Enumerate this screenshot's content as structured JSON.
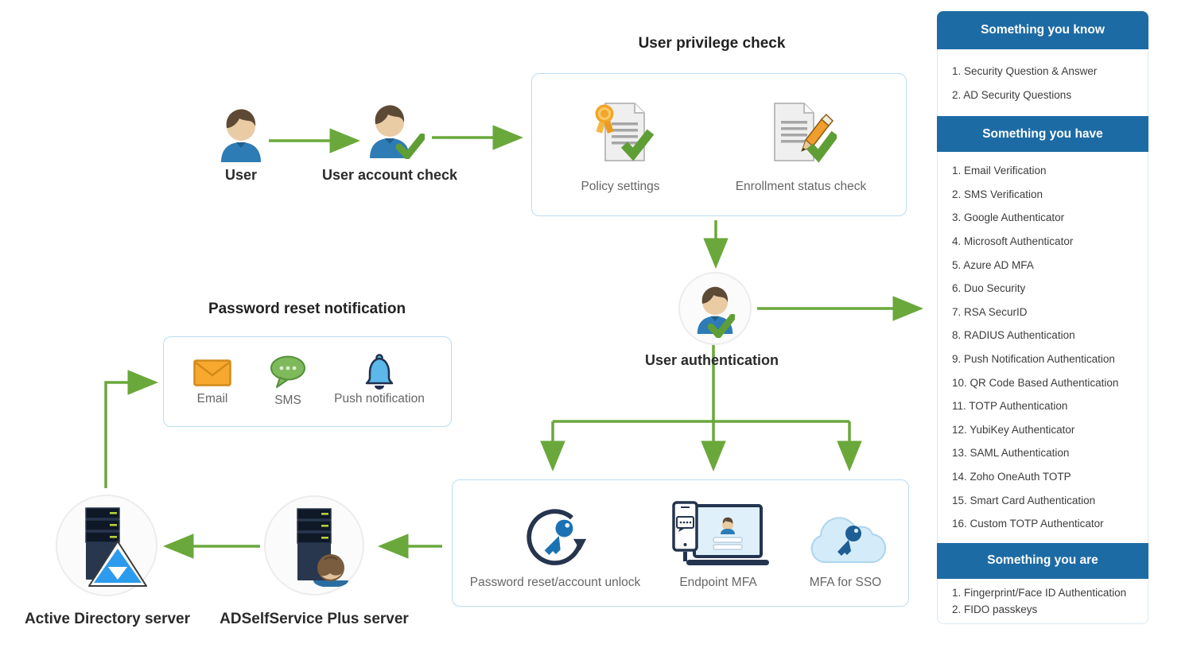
{
  "theme": {
    "arrow_green": "#6aa83b",
    "check_green": "#5f9e35",
    "header_blue": "#1d6ba5",
    "box_border_blue": "#b9dcf2",
    "envelope_orange": "#f7a92f",
    "sms_green": "#7eba5c",
    "bell_blue": "#5bb8e8",
    "navy": "#24344f",
    "key_blue": "#1b72b3"
  },
  "flow": {
    "user": {
      "label": "User"
    },
    "account_check": {
      "label": "User account check"
    },
    "privilege": {
      "title": "User privilege check",
      "policy_label": "Policy settings",
      "enrollment_label": "Enrollment status check"
    },
    "auth": {
      "label": "User authentication"
    },
    "notification": {
      "title": "Password reset notification",
      "items": [
        "Email",
        "SMS",
        "Push notification"
      ]
    },
    "services": {
      "items": [
        "Password reset/account unlock",
        "Endpoint MFA",
        "MFA for SSO"
      ]
    },
    "servers": {
      "ad_label": "Active Directory server",
      "adssp_label": "ADSelfService Plus server"
    }
  },
  "panel": {
    "sections": [
      {
        "title": "Something you know",
        "items": [
          "1. Security Question & Answer",
          "2. AD Security Questions"
        ]
      },
      {
        "title": "Something you have",
        "items": [
          "1. Email Verification",
          "2. SMS Verification",
          "3. Google Authenticator",
          "4. Microsoft Authenticator",
          "5. Azure AD MFA",
          "6. Duo Security",
          "7. RSA SecurID",
          "8. RADIUS Authentication",
          "9. Push Notification Authentication",
          "10. QR Code Based Authentication",
          "11. TOTP Authentication",
          "12. YubiKey Authenticator",
          "13. SAML Authentication",
          "14. Zoho OneAuth TOTP",
          "15. Smart Card Authentication",
          "16. Custom TOTP Authenticator"
        ]
      },
      {
        "title": "Something you are",
        "items": [
          "1. Fingerprint/Face ID Authentication",
          "2. FIDO passkeys"
        ]
      }
    ]
  }
}
